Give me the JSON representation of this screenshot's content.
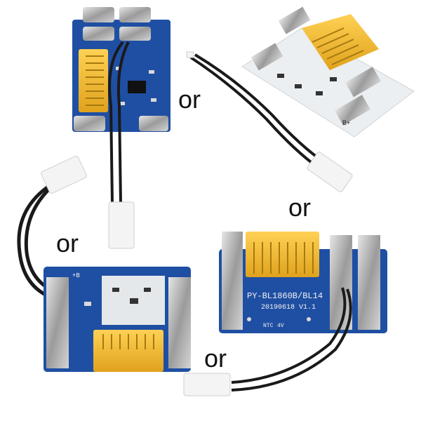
{
  "separators": {
    "or_1": "or",
    "or_2": "or",
    "or_3": "or",
    "or_4": "or"
  },
  "board_bottom_right": {
    "model_text": "PY-BL1860B/BL14",
    "date_text": "20190618 V1.1",
    "ntc_text": "NTC",
    "voltage_text": "4V"
  },
  "board_bottom_left": {
    "plus_label": "+B"
  },
  "board_top_right": {
    "plus_label": "B+"
  },
  "colors": {
    "pcb_blue": "#1f4fa3",
    "pcb_white": "#eceff1",
    "connector_yellow": "#f5b82e",
    "contact_metal": "#a9a9a9",
    "wire_black": "#1a1a1a",
    "plug_white": "#f4f4f4"
  }
}
